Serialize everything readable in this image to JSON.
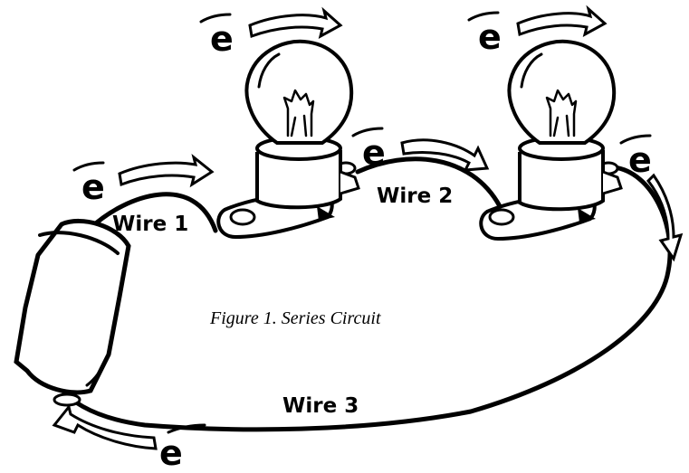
{
  "caption": "Figure 1. Series Circuit",
  "wires": {
    "wire1": "Wire 1",
    "wire2": "Wire 2",
    "wire3": "Wire 3"
  },
  "electron_symbol": "e",
  "colors": {
    "ink": "#000000",
    "paper": "#ffffff",
    "glass": "#ffffff"
  },
  "components": [
    "battery",
    "bulb",
    "bulb"
  ],
  "icons": [
    "battery-icon",
    "light-bulb-icon",
    "electron-flow-arrow-icon"
  ]
}
